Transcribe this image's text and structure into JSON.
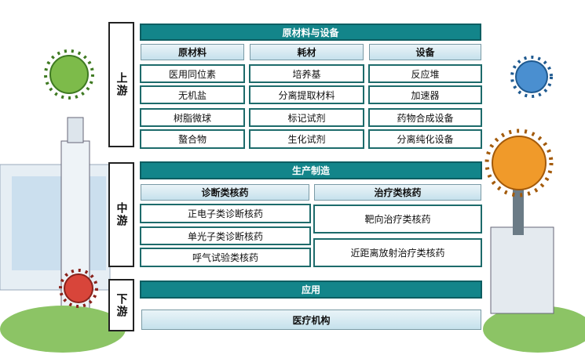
{
  "stages": {
    "upstream": "上游",
    "midstream": "中游",
    "downstream": "下游"
  },
  "upstream": {
    "header": "原材料与设备",
    "columns": [
      {
        "title": "原材料",
        "items": [
          "医用同位素",
          "无机盐",
          "树脂微球",
          "螯合物"
        ]
      },
      {
        "title": "耗材",
        "items": [
          "培养基",
          "分离提取材料",
          "标记试剂",
          "生化试剂"
        ]
      },
      {
        "title": "设备",
        "items": [
          "反应堆",
          "加速器",
          "药物合成设备",
          "分离纯化设备"
        ]
      }
    ]
  },
  "midstream": {
    "header": "生产制造",
    "columns": [
      {
        "title": "诊断类核药",
        "items": [
          "正电子类诊断核药",
          "单光子类诊断核药",
          "呼气试验类核药"
        ]
      },
      {
        "title": "治疗类核药",
        "items": [
          "靶向治疗类核药",
          "近距离放射治疗类核药"
        ]
      }
    ]
  },
  "downstream": {
    "header": "应用",
    "items": [
      "医疗机构"
    ]
  },
  "colors": {
    "header": "#13858a",
    "cell_border": "#1d6b6b"
  }
}
